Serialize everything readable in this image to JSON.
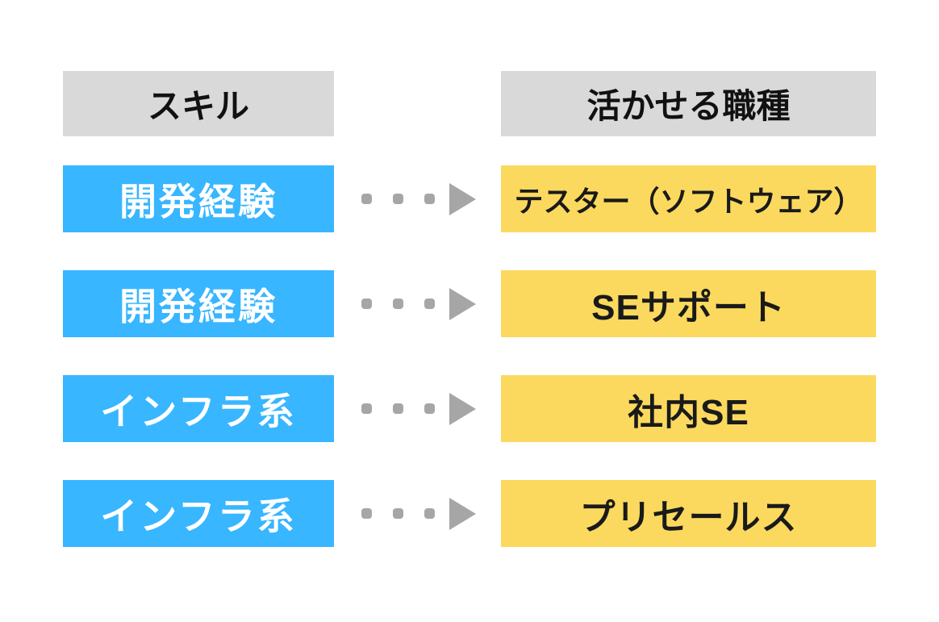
{
  "headers": {
    "skill": "スキル",
    "job": "活かせる職種"
  },
  "rows": [
    {
      "skill": "開発経験",
      "job": "テスター（ソフトウェア）"
    },
    {
      "skill": "開発経験",
      "job": "SEサポート"
    },
    {
      "skill": "インフラ系",
      "job": "社内SE"
    },
    {
      "skill": "インフラ系",
      "job": "プリセールス"
    }
  ],
  "icons": {
    "arrow": "dotted-arrow-right"
  },
  "colors": {
    "background": "#ffffff",
    "header_box": "#d9d9d9",
    "skill_box": "#38b6ff",
    "skill_text": "#ffffff",
    "job_box": "#fbd95e",
    "job_text": "#1a1a1a",
    "arrow": "#a6a6a6"
  }
}
